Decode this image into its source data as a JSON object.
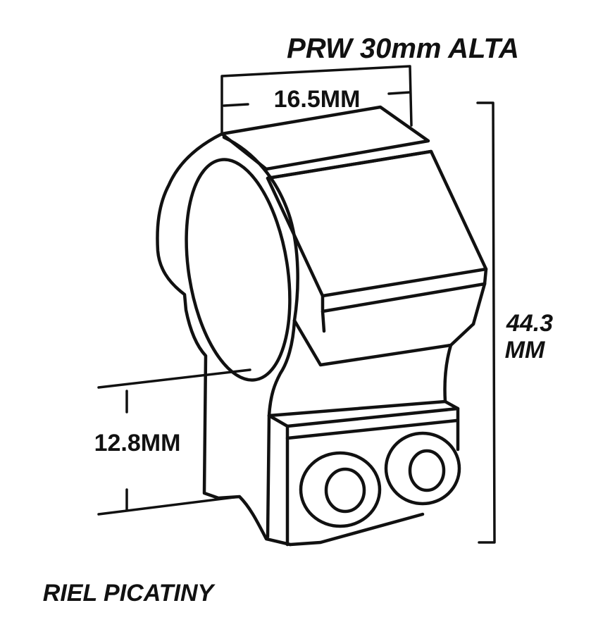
{
  "title": "PRW 30mm ALTA",
  "dimensions": {
    "width_label": "16.5MM",
    "height_value": "44.3",
    "height_unit": "MM",
    "base_label": "12.8MM"
  },
  "footer": "RIEL PICATINY",
  "colors": {
    "ink": "#111111",
    "background": "#ffffff"
  }
}
